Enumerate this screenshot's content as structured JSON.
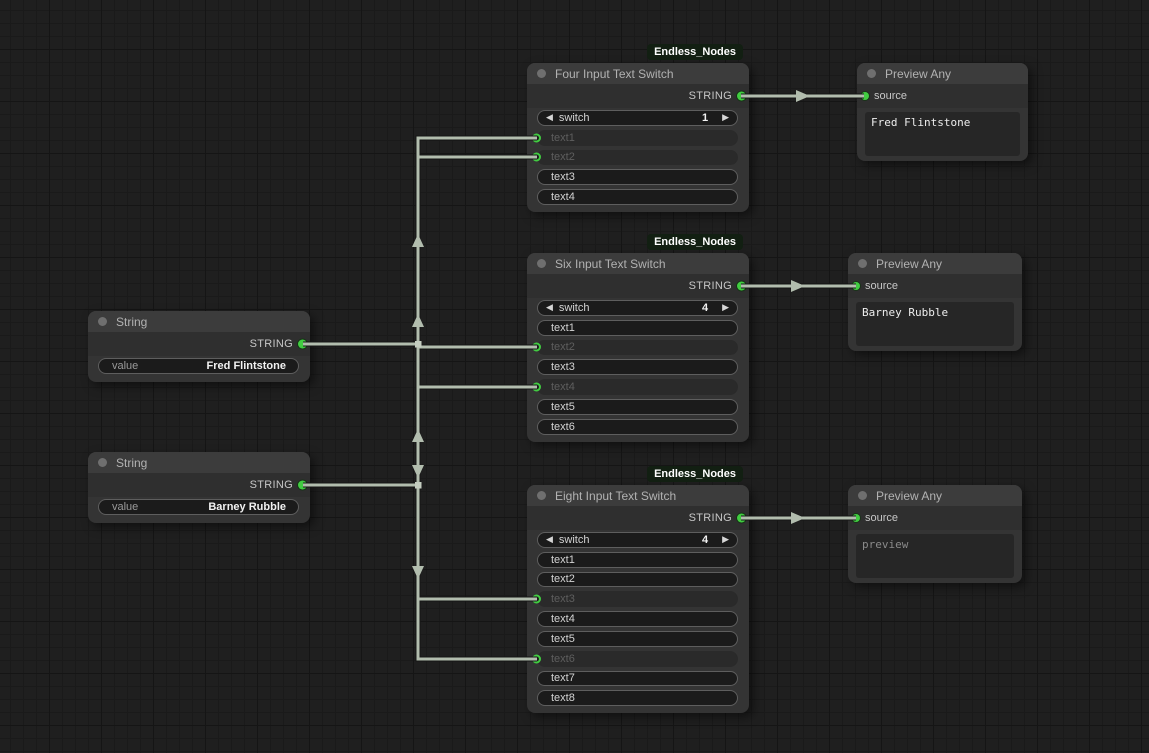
{
  "canvas": {
    "background_color": "#1f1f1f",
    "wire_color": "#b2bdae",
    "socket_green": "#41cc41",
    "badge_label": "Endless_Nodes"
  },
  "icons": {
    "decrement": "◀",
    "increment": "▶"
  },
  "nodes": {
    "string1": {
      "title": "String",
      "output_label": "STRING",
      "value_label": "value",
      "value": "Fred Flintstone"
    },
    "string2": {
      "title": "String",
      "output_label": "STRING",
      "value_label": "value",
      "value": "Barney Rubble"
    },
    "four": {
      "badge": "Endless_Nodes",
      "title": "Four Input Text Switch",
      "output_label": "STRING",
      "switch_label": "switch",
      "switch_value": "1",
      "rows": [
        {
          "label": "text1",
          "connected": true
        },
        {
          "label": "text2",
          "connected": true
        },
        {
          "label": "text3",
          "connected": false
        },
        {
          "label": "text4",
          "connected": false
        }
      ]
    },
    "six": {
      "badge": "Endless_Nodes",
      "title": "Six Input Text Switch",
      "output_label": "STRING",
      "switch_label": "switch",
      "switch_value": "4",
      "rows": [
        {
          "label": "text1",
          "connected": false
        },
        {
          "label": "text2",
          "connected": true
        },
        {
          "label": "text3",
          "connected": false
        },
        {
          "label": "text4",
          "connected": true
        },
        {
          "label": "text5",
          "connected": false
        },
        {
          "label": "text6",
          "connected": false
        }
      ]
    },
    "eight": {
      "badge": "Endless_Nodes",
      "title": "Eight Input Text Switch",
      "output_label": "STRING",
      "switch_label": "switch",
      "switch_value": "4",
      "rows": [
        {
          "label": "text1",
          "connected": false
        },
        {
          "label": "text2",
          "connected": false
        },
        {
          "label": "text3",
          "connected": true
        },
        {
          "label": "text4",
          "connected": false
        },
        {
          "label": "text5",
          "connected": false
        },
        {
          "label": "text6",
          "connected": true
        },
        {
          "label": "text7",
          "connected": false
        },
        {
          "label": "text8",
          "connected": false
        }
      ]
    },
    "preview1": {
      "title": "Preview Any",
      "input_label": "source",
      "text": "Fred Flintstone"
    },
    "preview2": {
      "title": "Preview Any",
      "input_label": "source",
      "text": "Barney Rubble"
    },
    "preview3": {
      "title": "Preview Any",
      "input_label": "source",
      "text": "preview",
      "is_placeholder": true
    }
  }
}
